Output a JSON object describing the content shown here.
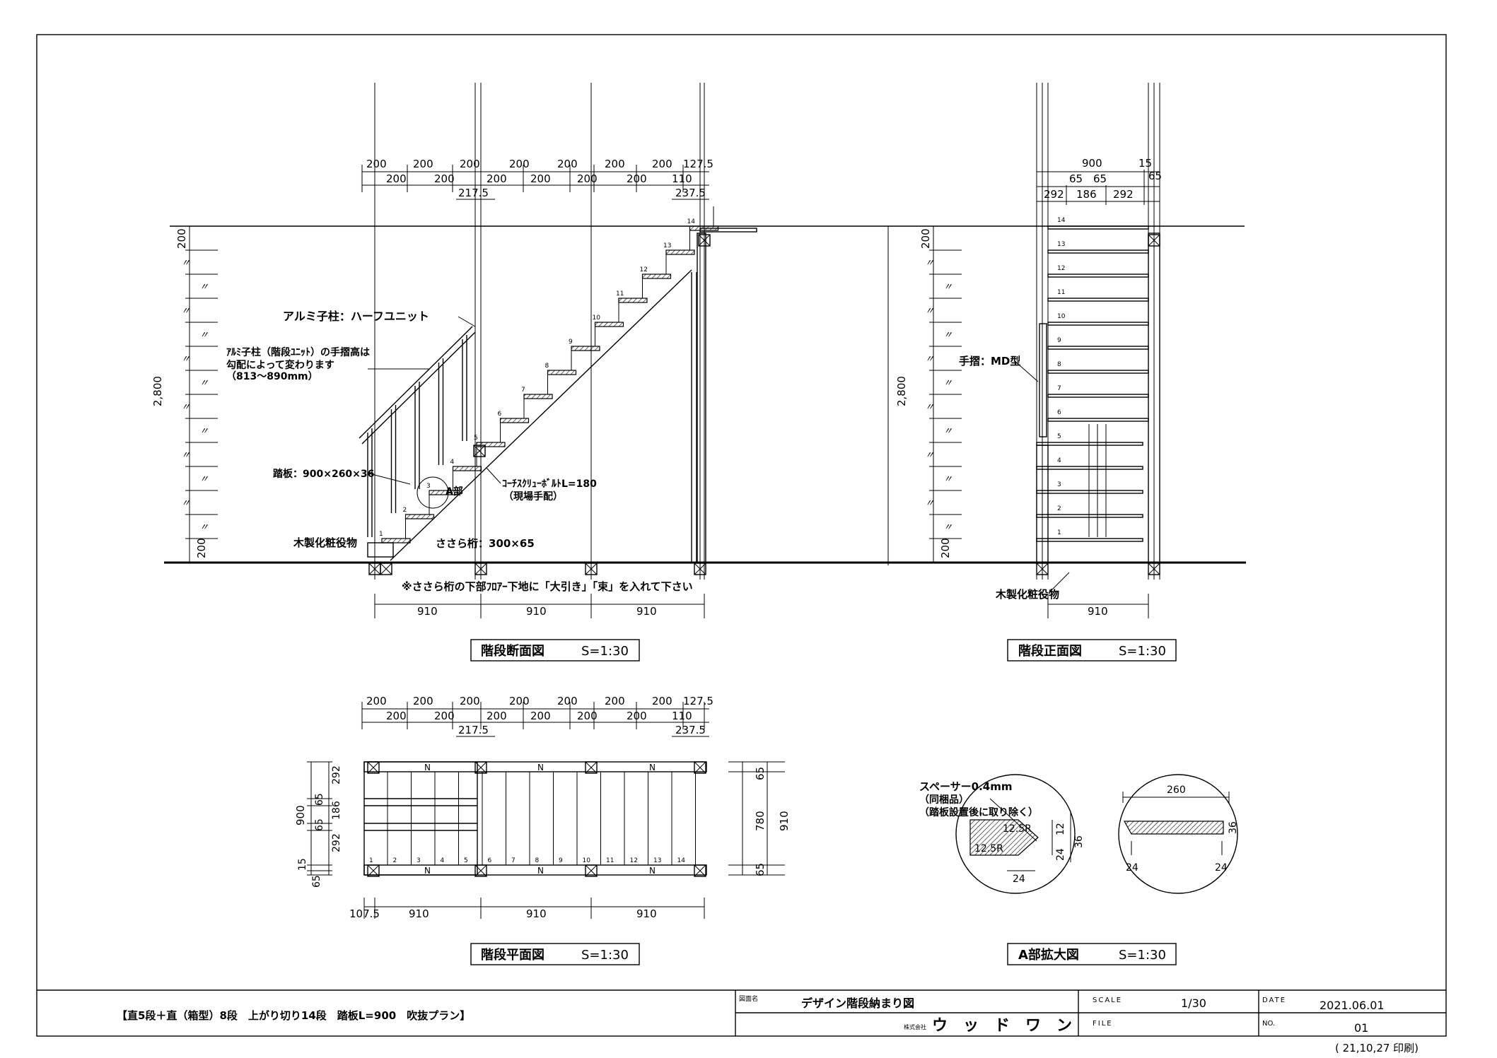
{
  "section_view": {
    "title": "階段断面図",
    "scale": "S=1:30",
    "top_dims_a": [
      "200",
      "200",
      "200",
      "200",
      "200",
      "200",
      "200",
      "127.5"
    ],
    "top_dims_b": [
      "200",
      "200",
      "200",
      "200",
      "200",
      "200",
      "110"
    ],
    "sub_dims": [
      "217.5",
      "237.5"
    ],
    "height_total": "2,800",
    "height_top": "200",
    "height_bottom": "200",
    "repeat_mark": "〃",
    "step_numbers": [
      "1",
      "2",
      "3",
      "4",
      "5",
      "6",
      "7",
      "8",
      "9",
      "10",
      "11",
      "12",
      "13",
      "14"
    ],
    "bottom_dims": [
      "910",
      "910",
      "910"
    ],
    "labels": {
      "baluster": "アルミ子柱：ハーフユニット",
      "baluster_note_1": "ｱﾙﾐ子柱（階段ﾕﾆｯﾄ）の手摺高は",
      "baluster_note_2": "勾配によって変わります",
      "baluster_note_3": "（813～890mm）",
      "tread": "踏板：900×260×36",
      "detail_a": "A部",
      "bolt": "ｺｰﾁｽｸﾘｭｰﾎﾞﾙﾄL=180",
      "bolt_note": "（現場手配）",
      "stringer": "ささら桁：300×65",
      "base": "木製化粧役物",
      "floor_note": "※ささら桁の下部ﾌﾛｱｰ下地に「大引き」「束」を入れて下さい"
    }
  },
  "front_view": {
    "title": "階段正面図",
    "scale": "S=1:30",
    "dims_top": [
      "900",
      "15"
    ],
    "dims_mid": [
      "65",
      "65",
      "65"
    ],
    "dims_low": [
      "292",
      "186",
      "292"
    ],
    "height_total": "2,800",
    "height_top": "200",
    "height_bottom": "200",
    "step_numbers": [
      "1",
      "2",
      "3",
      "4",
      "5",
      "6",
      "7",
      "8",
      "9",
      "10",
      "11",
      "12",
      "13",
      "14"
    ],
    "handrail": "手摺：MD型",
    "base": "木製化粧役物",
    "bottom_dim": "910"
  },
  "plan_view": {
    "title": "階段平面図",
    "scale": "S=1:30",
    "top_dims_a": [
      "200",
      "200",
      "200",
      "200",
      "200",
      "200",
      "200",
      "127.5"
    ],
    "top_dims_b": [
      "200",
      "200",
      "200",
      "200",
      "200",
      "200",
      "110"
    ],
    "sub_dims": [
      "217.5",
      "237.5"
    ],
    "left_dims": [
      "292",
      "65",
      "186",
      "65",
      "292",
      "15",
      "65"
    ],
    "left_total": "900",
    "right_dims": [
      "65",
      "780",
      "65"
    ],
    "right_total": "910",
    "bottom_dims": [
      "107.5",
      "910",
      "910",
      "910"
    ],
    "step_numbers": [
      "1",
      "2",
      "3",
      "4",
      "5",
      "6",
      "7",
      "8",
      "9",
      "10",
      "11",
      "12",
      "13",
      "14"
    ],
    "n_mark": "N"
  },
  "detail_view": {
    "title": "A部拡大図",
    "scale": "S=1:30",
    "spacer_1": "スペーサー0.4mm",
    "spacer_2": "（同梱品）",
    "spacer_3": "（踏板設置後に取り除く）",
    "dims": [
      "12.5R",
      "12.5R",
      "12",
      "24",
      "36",
      "24",
      "260",
      "36",
      "24",
      "24"
    ]
  },
  "title_block": {
    "description": "【直5段＋直（箱型）8段　上がり切り14段　踏板L=900　吹抜プラン】",
    "drawing_name_label": "図面名",
    "drawing_name": "デザイン階段納まり図",
    "company_label": "株式会社",
    "company": "ウ　ッ　ド　ワ　ン",
    "scale_label": "SCALE",
    "scale": "1/30",
    "file_label": "FILE",
    "file": "",
    "date_label": "DATE",
    "date": "2021.06.01",
    "no_label": "NO.",
    "no": "01",
    "print_date": "( 21,10,27 印刷)"
  }
}
